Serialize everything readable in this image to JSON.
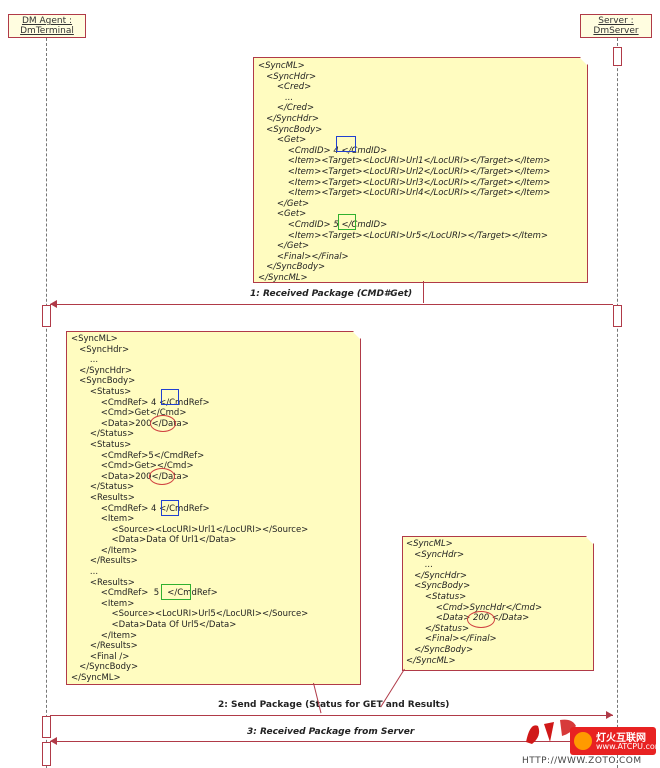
{
  "lifelines": {
    "agent": {
      "line1": "DM Agent :",
      "line2": "DmTerminal"
    },
    "server": {
      "line1": "Server :",
      "line2": "DmServer"
    }
  },
  "notes": {
    "get_package": [
      "<SyncML>",
      "   <SyncHdr>",
      "       <Cred>",
      "          ...",
      "       </Cred>",
      "   </SyncHdr>",
      "   <SyncBody>",
      "       <Get>",
      "           <CmdID> 4 </CmdID>",
      "           <Item><Target><LocURI>Url1</LocURI></Target></Item>",
      "           <Item><Target><LocURI>Url2</LocURI></Target></Item>",
      "           <Item><Target><LocURI>Url3</LocURI></Target></Item>",
      "           <Item><Target><LocURI>Url4</LocURI></Target></Item>",
      "       </Get>",
      "       <Get>",
      "           <CmdID> 5 </CmdID>",
      "           <Item><Target><LocURI>Ur5</LocURI></Target></Item>",
      "       </Get>",
      "       <Final></Final>",
      "   </SyncBody>",
      "</SyncML>"
    ],
    "status_package": [
      "<SyncML>",
      "   <SyncHdr>",
      "       ...",
      "   </SyncHdr>",
      "   <SyncBody>",
      "       <Status>",
      "           <CmdRef> 4 </CmdRef>",
      "           <Cmd>Get</Cmd>",
      "           <Data>200</Data>",
      "       </Status>",
      "       <Status>",
      "           <CmdRef>5</CmdRef>",
      "           <Cmd>Get></Cmd>",
      "           <Data>200</Data>",
      "       </Status>",
      "       <Results>",
      "           <CmdRef> 4 </CmdRef>",
      "           <Item>",
      "               <Source><LocURI>Url1</LocURI></Source>",
      "               <Data>Data Of Url1</Data>",
      "           </Item>",
      "       </Results>",
      "       ...",
      "       <Results>",
      "           <CmdRef>  5   </CmdRef>",
      "           <Item>",
      "               <Source><LocURI>Url5</LocURI></Source>",
      "               <Data>Data Of Url5</Data>",
      "           </Item>",
      "       </Results>",
      "       <Final />",
      "   </SyncBody>",
      "</SyncML>"
    ],
    "final_package": [
      "<SyncML>",
      "   <SyncHdr>",
      "       ...",
      "   </SyncHdr>",
      "   <SyncBody>",
      "       <Status>",
      "           <Cmd>SyncHdr</Cmd>",
      "           <Data> 200 </Data>",
      "       </Status>",
      "       <Final></Final>",
      "   </SyncBody>",
      "</SyncML>"
    ]
  },
  "messages": {
    "m1": "1: Received Package (CMD#Get)",
    "m2": "2: Send Package (Status for GET and Results)",
    "m3": "3: Received Package from Server"
  },
  "watermark": {
    "site_cn": "灯火互联网",
    "site_url": "www.ATCPU.com",
    "bottom_url": "HTTP://WWW.ZOTO.COM"
  },
  "colors": {
    "border": "#b03a48",
    "note_fill": "#fffcc0",
    "highlight_blue": "#2040d0",
    "highlight_green": "#30b030",
    "highlight_red": "#d04040",
    "watermark": "#e02020"
  }
}
